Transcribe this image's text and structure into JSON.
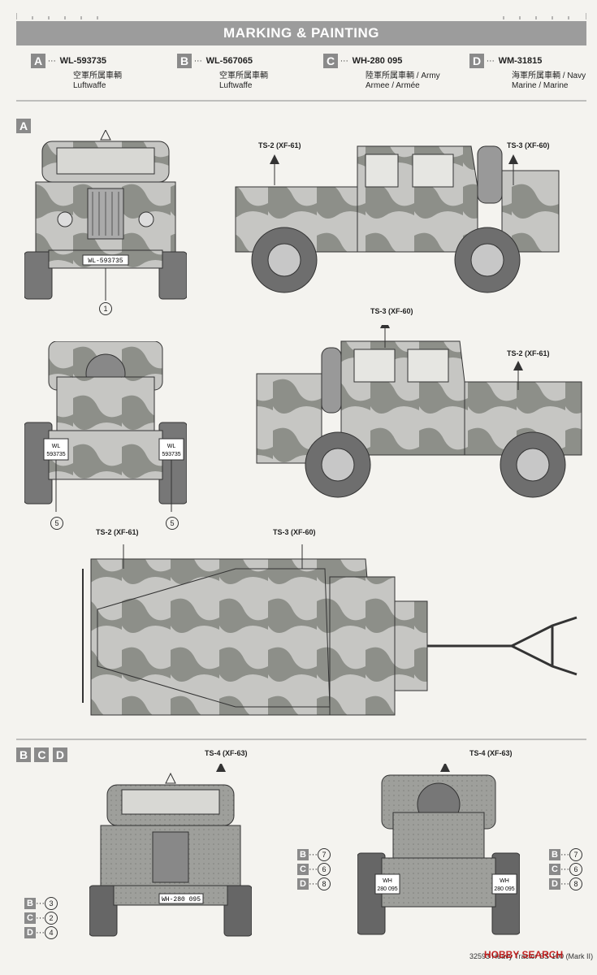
{
  "header": {
    "title": "MARKING & PAINTING"
  },
  "legend": [
    {
      "letter": "A",
      "code": "WL-593735",
      "jp": "空軍所属車輌",
      "en": "Luftwaffe"
    },
    {
      "letter": "B",
      "code": "WL-567065",
      "jp": "空軍所属車輌",
      "en": "Luftwaffe"
    },
    {
      "letter": "C",
      "code": "WH-280 095",
      "jp": "陸軍所属車輌 / Army",
      "en": "Armee / Armée"
    },
    {
      "letter": "D",
      "code": "WM-31815",
      "jp": "海軍所属車輌 / Navy",
      "en": "Marine / Marine"
    }
  ],
  "sectionA": {
    "label": "A",
    "front_plate": "WL-593735",
    "rear_plate_top": "WL",
    "rear_plate_num": "593735",
    "callouts": {
      "side1_left": "TS-2 (XF-61)",
      "side1_right": "TS-3 (XF-60)",
      "side2_top": "TS-3 (XF-60)",
      "side2_right": "TS-2 (XF-61)",
      "top_left": "TS-2 (XF-61)",
      "top_right": "TS-3 (XF-60)"
    },
    "num1": "1",
    "num5": "5"
  },
  "sectionBCD": {
    "labels": [
      "B",
      "C",
      "D"
    ],
    "callout_left": "TS-4 (XF-63)",
    "callout_right": "TS-4 (XF-63)",
    "front_plate": "WH-280 095",
    "rear_plate_top": "WH",
    "rear_plate_num": "280 095",
    "front_rows": [
      {
        "l": "B",
        "n": "3"
      },
      {
        "l": "C",
        "n": "2"
      },
      {
        "l": "D",
        "n": "4"
      }
    ],
    "rear_rows": [
      {
        "l": "B",
        "n": "7"
      },
      {
        "l": "C",
        "n": "6"
      },
      {
        "l": "D",
        "n": "8"
      }
    ]
  },
  "footer": {
    "text": "32593 Heavy Tractor SS-100 (Mark II)",
    "brand": "HOBBY SEARCH"
  }
}
